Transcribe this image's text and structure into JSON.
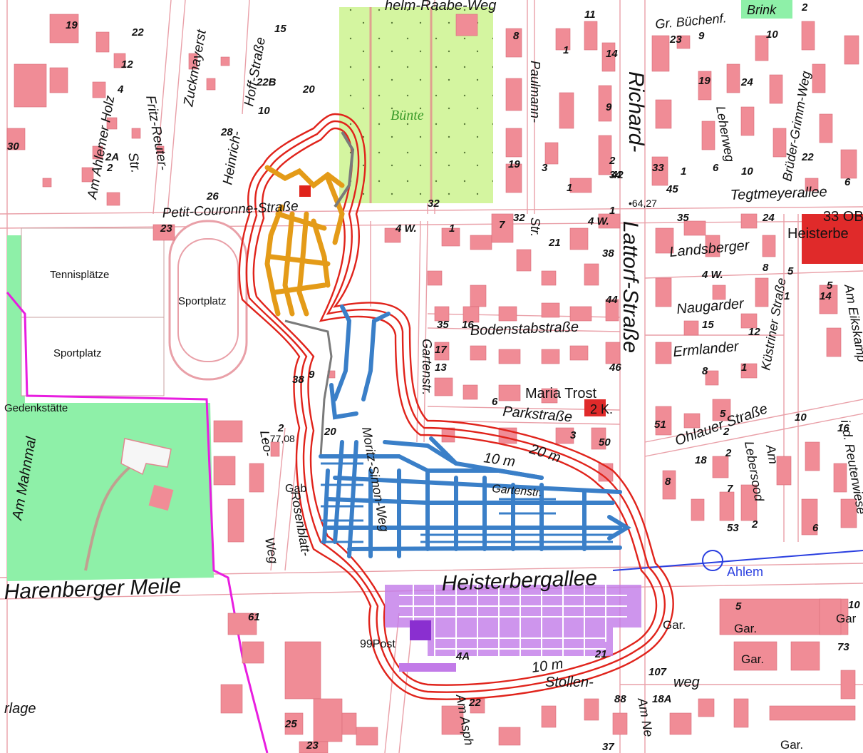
{
  "map": {
    "colors": {
      "background": "#ffffff",
      "building": "#f08c96",
      "building_dark": "#e95f6c",
      "park": "#8ef0a8",
      "meadow": "#d4f5a0",
      "buffer_red": "#e0231b",
      "orange_tunnels": "#e49b18",
      "blue_tunnels": "#3a7fc8",
      "purple_tunnels": "#c27be8",
      "boundary": "#e81ee0",
      "rail": "#2a3fe0"
    },
    "streets": {
      "heisterbergallee": "Heisterbergallee",
      "harenberger_meile": "Harenberger Meile",
      "richard_lattorf_1": "Richard-",
      "richard_lattorf_2": "Lattorf-Straße",
      "petit_couronne": "Petit-Couronne-Straße",
      "bodenstab": "Bodenstabstraße",
      "park": "Parkstraße",
      "tegtmeyer": "Tegtmeyerallee",
      "ohlauer": "Ohlauer Straße",
      "gartenstr": "Gartenstr.",
      "gartenstr2": "Gartenstr.",
      "paulmann": "Paulmann-",
      "zuckmayer": "Zuckmayerst",
      "heinrich_hoff_1": "Heinrich-",
      "heinrich_hoff_2": "Hoff-Straße",
      "fritz_reuter_1": "Fritz-Reuter-",
      "fritz_reuter_2": "Str.",
      "am_ahlemer_holz": "Am Ahlemer Holz",
      "leo_rosenblatt_1": "Leo-",
      "leo_rosenblatt_2": "Rosenblatt-",
      "leo_rosenblatt_3": "Weg",
      "moritz_simon": "Moritz-Simon-Weg",
      "landsberger": "Landsberger",
      "naugarder": "Naugarder",
      "ermlander": "Ermlander",
      "kuestriner": "Küstriner Straße",
      "leherweg": "Leherweg",
      "brueder_grimm": "Brüder-Grimm-Weg",
      "am_eikskamp": "Am Eikskamp",
      "reuterwiese": "i. d. Reuterwiese",
      "lebersood_1": "Am",
      "lebersood_2": "Lebersood",
      "stollenweg_1": "Stollen-",
      "stollenweg_2": "weg",
      "am_asph": "Am Asph",
      "am_ne": "Am Ne",
      "gr_buechenf": "Gr. Büchenf.",
      "raabe_weg": "helm-Raabe-Weg",
      "str": "Str.",
      "am_mahnmal": "Am Mahnmal",
      "lage": "rlage"
    },
    "places": {
      "buente": "Bünte",
      "tennisplaetze": "Tennisplätze",
      "sportplatz_1": "Sportplatz",
      "sportplatz_2": "Sportplatz",
      "gedenkstaette": "Gedenkstätte",
      "maria_trost": "Maria Trost",
      "maria_trost_k": "2 K.",
      "ahlem": "Ahlem",
      "brink": "Brink",
      "heisterbe": "33 OB",
      "heisterbe2": "Heisterbe",
      "post": "99Post",
      "gab": "Gab",
      "gar1": "Gar.",
      "gar2": "Gar.",
      "gar3": "Gar",
      "gar4": "Gar.",
      "gar5": "Gar."
    },
    "buffer_labels": {
      "m10": "10 m",
      "m20": "20 m",
      "m10b": "10 m"
    },
    "heights": {
      "h1": "•64,27",
      "h2": "• 77,08"
    },
    "house_numbers": [
      "19",
      "22",
      "12",
      "4",
      "30",
      "2A",
      "2",
      "26",
      "23",
      "22B",
      "20",
      "10",
      "15",
      "28",
      "11",
      "14",
      "9",
      "2",
      "7",
      "32",
      "21",
      "38",
      "1",
      "44",
      "16",
      "17",
      "13",
      "6",
      "46",
      "3",
      "50",
      "51",
      "5",
      "10",
      "16",
      "18",
      "2",
      "8",
      "7",
      "53",
      "2",
      "6",
      "5",
      "10",
      "73",
      "61",
      "2",
      "107",
      "88",
      "18A",
      "25",
      "23",
      "37",
      "22",
      "4A",
      "21",
      "35",
      "38",
      "20",
      "9",
      "8",
      "1",
      "19",
      "1",
      "3",
      "42",
      "33",
      "45",
      "35",
      "24",
      "34",
      "19",
      "24",
      "6",
      "10",
      "6",
      "22",
      "10",
      "23",
      "9",
      "1",
      "2",
      "32",
      "1",
      "4 W.",
      "4 W.",
      "4 W.",
      "15",
      "8",
      "5",
      "1",
      "2",
      "1",
      "12",
      "8",
      "5",
      "14"
    ]
  }
}
